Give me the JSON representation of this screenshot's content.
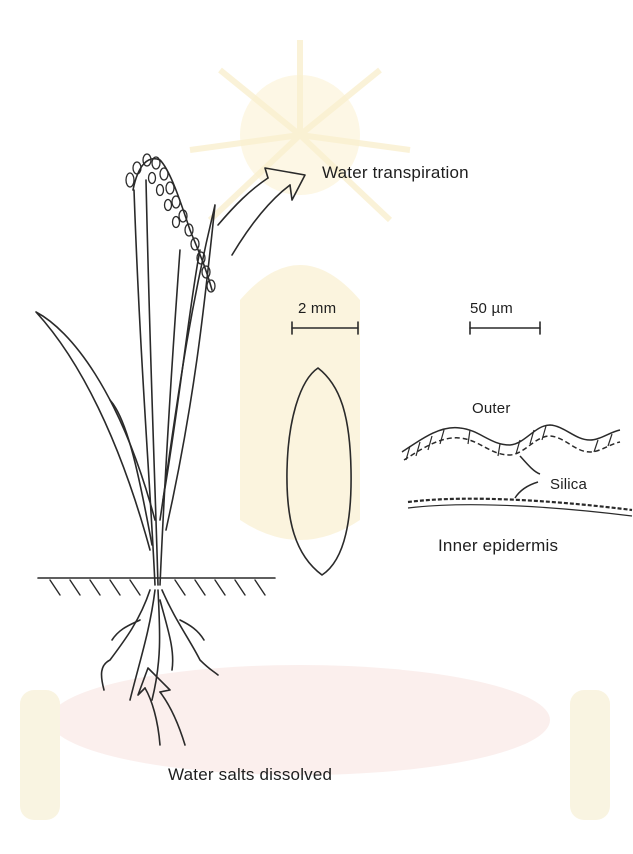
{
  "labels": {
    "water_transpiration": "Water transpiration",
    "scale_husk": "2 mm",
    "scale_section": "50 µm",
    "outer": "Outer",
    "silica": "Silica",
    "inner_epidermis": "Inner epidermis",
    "water_salts_dissolved": "Water salts dissolved"
  },
  "colors": {
    "ink": "#2a2a2a",
    "watermark": "#f6e9b8",
    "watermark_base": "#f4d9d6"
  }
}
